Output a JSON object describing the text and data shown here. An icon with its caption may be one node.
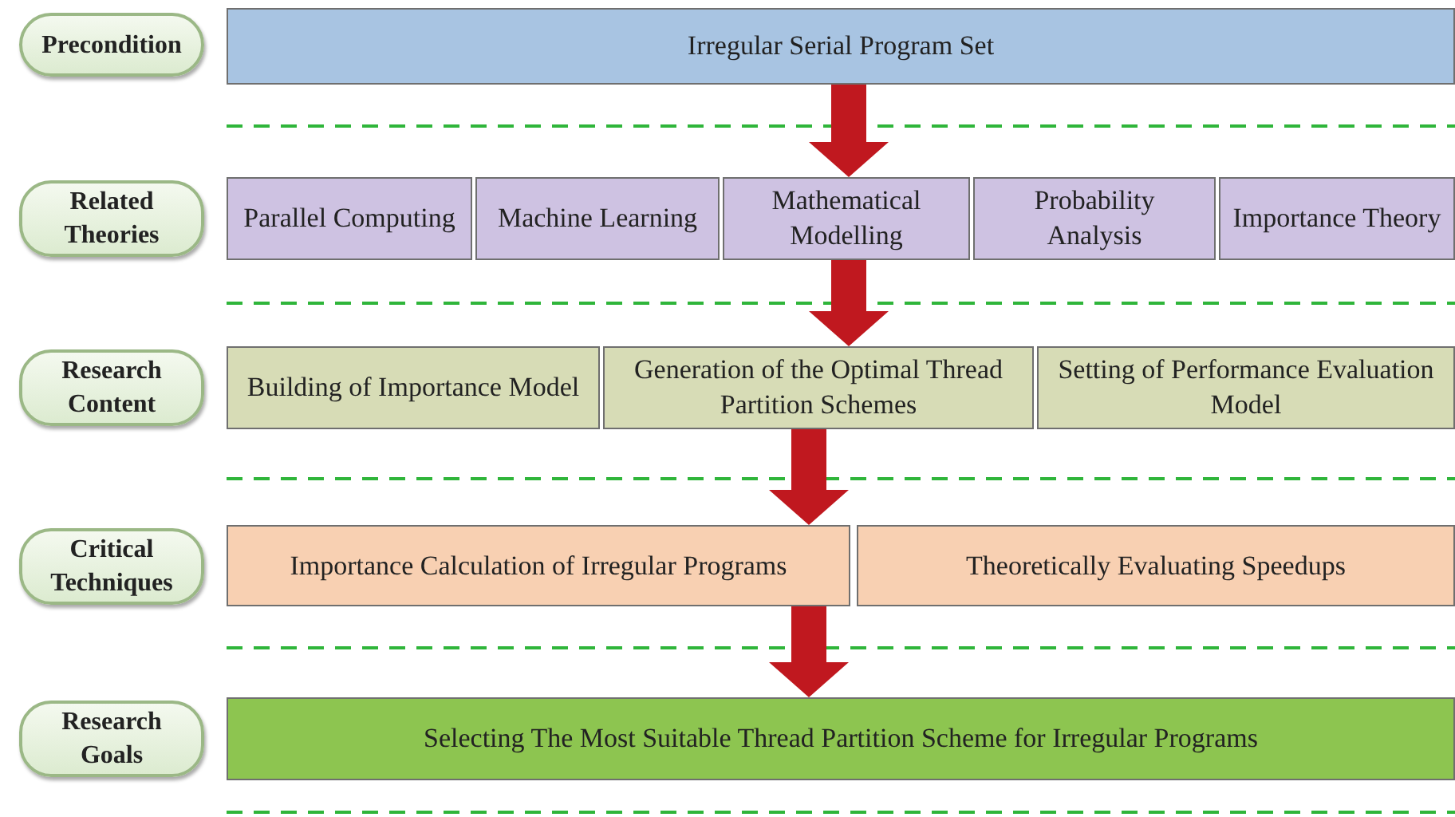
{
  "diagram": {
    "nodes": [
      {
        "text": [
          "Precondition"
        ]
      },
      {
        "text": [
          "Irregular Serial Program Set"
        ]
      },
      {
        "text": [
          "Related Theories"
        ]
      },
      {
        "text": [
          "Parallel Computing"
        ]
      },
      {
        "text": [
          "Machine Learning"
        ]
      },
      {
        "text": [
          "Mathematical Modelling"
        ]
      },
      {
        "text": [
          "Probability Analysis"
        ]
      },
      {
        "text": [
          "Importance Theory"
        ]
      },
      {
        "text": [
          "Research Content"
        ]
      },
      {
        "text": [
          "Building of Importance Model"
        ]
      },
      {
        "text": [
          "Generation of the Optimal Thread Partition Schemes"
        ]
      },
      {
        "text": [
          "Setting of Performance Evaluation Model"
        ]
      },
      {
        "text": [
          "Critical Techniques"
        ]
      },
      {
        "text": [
          "Importance Calculation of Irregular Programs"
        ]
      },
      {
        "text": [
          "Theoretically Evaluating Speedups"
        ]
      },
      {
        "text": [
          "Research Goals"
        ]
      },
      {
        "text": [
          "Selecting The Most Suitable Thread Partition Scheme for Irregular Programs"
        ]
      }
    ],
    "edges": [
      {
        "from": 1,
        "to": 5,
        "arrow": "to"
      },
      {
        "from": 5,
        "to": 10,
        "arrow": "to"
      },
      {
        "from": 10,
        "to": 13,
        "arrow": "to"
      },
      {
        "from": 13,
        "to": 16,
        "arrow": "to"
      }
    ]
  }
}
